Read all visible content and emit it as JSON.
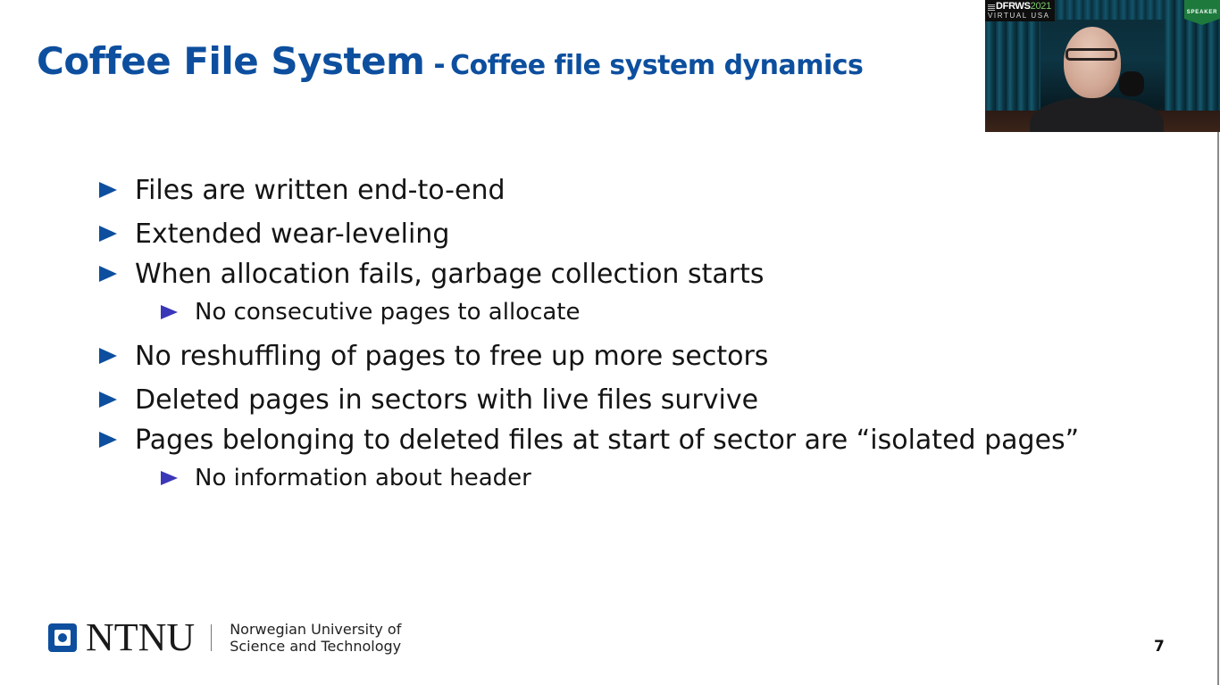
{
  "slide": {
    "title": {
      "main": "Coffee File System",
      "separator": "-",
      "subtitle": "Coffee file system dynamics"
    },
    "bullets": [
      {
        "level": 1,
        "text": "Files are written end-to-end"
      },
      {
        "level": 1,
        "text": "Extended wear-leveling"
      },
      {
        "level": 1,
        "text": "When allocation fails, garbage collection starts"
      },
      {
        "level": 2,
        "text": "No consecutive pages to allocate"
      },
      {
        "level": 1,
        "text": "No reshuffling of pages to free up more sectors"
      },
      {
        "level": 1,
        "text": "Deleted pages in sectors with live files survive"
      },
      {
        "level": 1,
        "text": "Pages belonging to deleted files at start of sector are “isolated pages”"
      },
      {
        "level": 2,
        "text": "No information about header"
      }
    ],
    "footer": {
      "logo_word": "NTNU",
      "university_line1": "Norwegian University of",
      "university_line2": "Science and Technology"
    },
    "page_number": "7"
  },
  "video_overlay": {
    "event_name": "DFRWS",
    "event_year": "2021",
    "event_sub": "VIRTUAL USA",
    "role_badge": "SPEAKER"
  },
  "colors": {
    "title_blue": "#0d4f9e",
    "bullet_l1": "#0d4f9e",
    "bullet_l2": "#3a37b8",
    "speaker_badge_green": "#1d7a3c"
  }
}
